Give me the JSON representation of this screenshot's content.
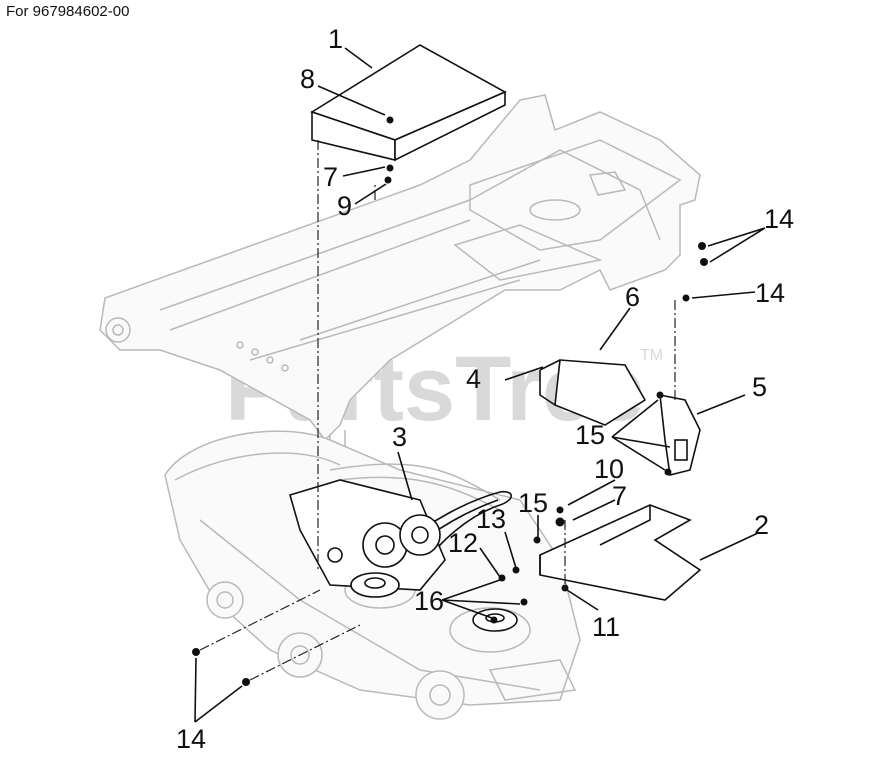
{
  "header": {
    "title": "For 967984602-00"
  },
  "watermark": {
    "text": "PartsTree",
    "tm": "TM"
  },
  "callouts": {
    "c1": "1",
    "c2": "2",
    "c3": "3",
    "c4": "4",
    "c5": "5",
    "c6": "6",
    "c7a": "7",
    "c7b": "7",
    "c8": "8",
    "c9": "9",
    "c10": "10",
    "c11": "11",
    "c12": "12",
    "c13": "13",
    "c14a": "14",
    "c14b": "14",
    "c14c": "14",
    "c15a": "15",
    "c15b": "15",
    "c16": "16"
  },
  "colors": {
    "part": "#111111",
    "context": "#b9b9b9",
    "watermark": "#d9d9d9"
  }
}
